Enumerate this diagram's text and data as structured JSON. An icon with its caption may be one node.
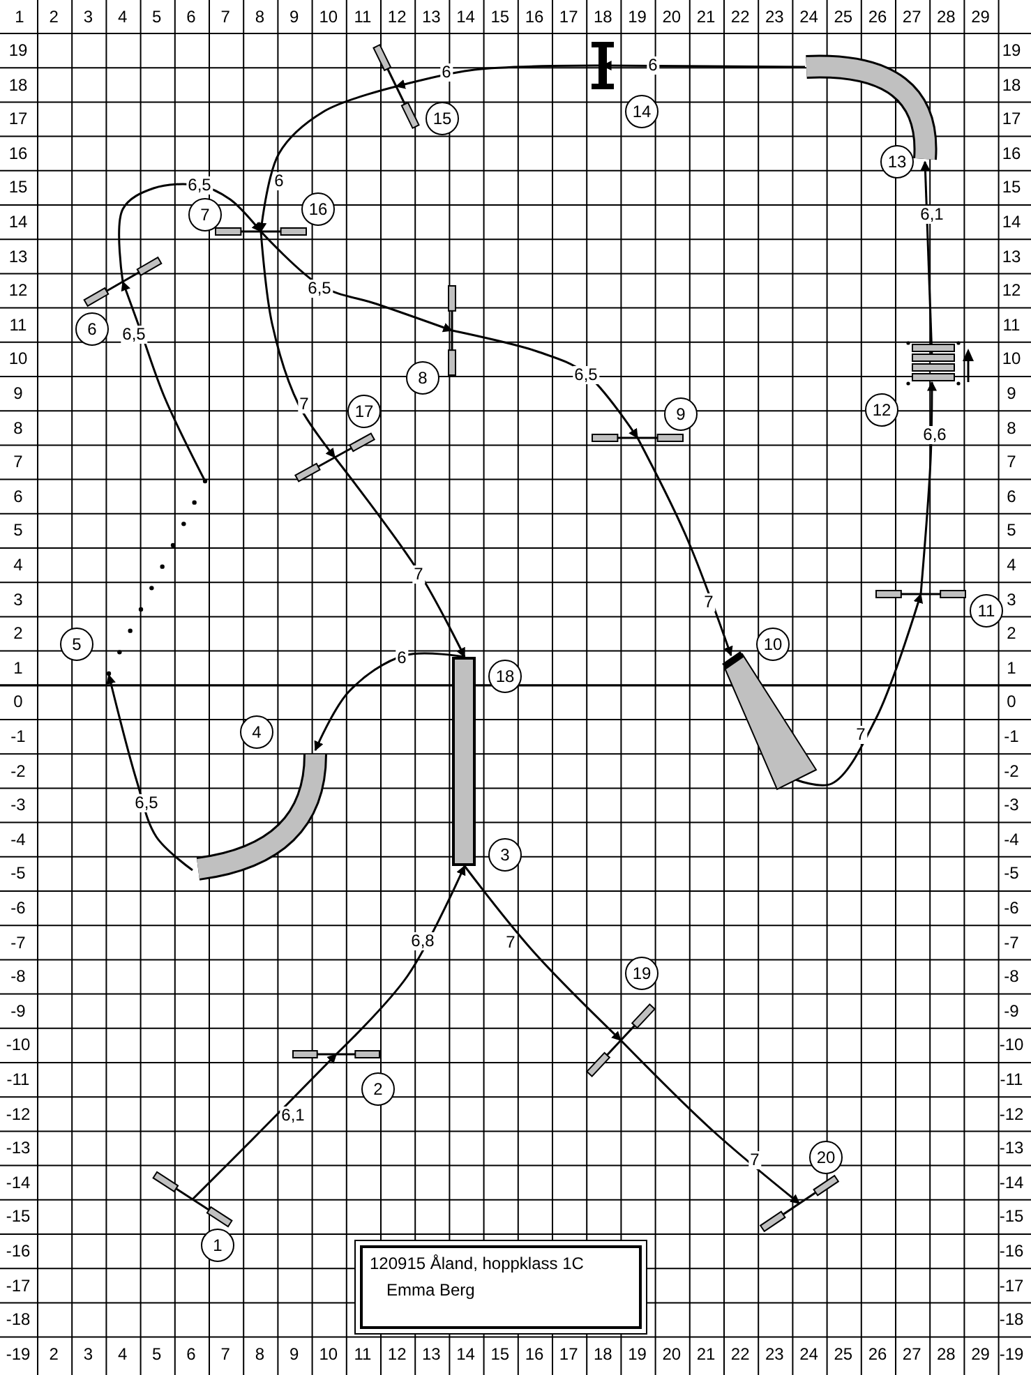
{
  "diagram": {
    "nodes": [
      {
        "text": [],
        "shape": "bar",
        "beside": [
          "1"
        ]
      },
      {
        "text": [],
        "shape": "bar",
        "beside": [
          "2"
        ]
      },
      {
        "text": [],
        "shape": "tunnel",
        "beside": [
          "18",
          "3"
        ]
      },
      {
        "text": [],
        "shape": "tunnel",
        "beside": [
          "4"
        ]
      },
      {
        "text": [],
        "shape": "dots",
        "beside": [
          "5"
        ]
      },
      {
        "text": [],
        "shape": "bar",
        "beside": [
          "6"
        ]
      },
      {
        "text": [],
        "shape": "bar",
        "beside": [
          "7",
          "16"
        ]
      },
      {
        "text": [],
        "shape": "bar",
        "beside": [
          "8"
        ]
      },
      {
        "text": [],
        "shape": "bar",
        "beside": [
          "9"
        ]
      },
      {
        "text": [],
        "shape": "chute",
        "beside": [
          "10"
        ]
      },
      {
        "text": [],
        "shape": "bar",
        "beside": [
          "11"
        ]
      },
      {
        "text": [],
        "shape": "planks",
        "beside": [
          "12"
        ]
      },
      {
        "text": [],
        "shape": "tunnel",
        "beside": [
          "13"
        ]
      },
      {
        "text": [],
        "shape": "wall",
        "beside": [
          "14"
        ]
      },
      {
        "text": [],
        "shape": "bar",
        "beside": [
          "15"
        ]
      },
      {
        "text": [],
        "shape": "bar",
        "beside": [
          "17"
        ]
      },
      {
        "text": [],
        "shape": "bar",
        "beside": [
          "19"
        ]
      },
      {
        "text": [],
        "shape": "bar",
        "beside": [
          "20"
        ]
      },
      {
        "text": [
          "120915 Åland, hoppklass 1C",
          "Emma Berg"
        ]
      }
    ],
    "edges": [
      {
        "from": 0,
        "to": 1,
        "arrow": "to",
        "label": "6,1"
      },
      {
        "from": 1,
        "to": 2,
        "arrow": "to",
        "label": "6,8"
      },
      {
        "from": 2,
        "to": 3,
        "arrow": "to",
        "label": "6"
      },
      {
        "from": 3,
        "to": 4,
        "arrow": "to",
        "label": "6,5"
      },
      {
        "from": 4,
        "to": 5,
        "arrow": "to",
        "label": "6,5"
      },
      {
        "from": 5,
        "to": 6,
        "arrow": "to",
        "label": "6,5"
      },
      {
        "from": 6,
        "to": 7,
        "arrow": "to",
        "label": "6,5"
      },
      {
        "from": 7,
        "to": 8,
        "arrow": "to",
        "label": "6,5"
      },
      {
        "from": 8,
        "to": 9,
        "arrow": "to",
        "label": "7"
      },
      {
        "from": 9,
        "to": 10,
        "arrow": "to",
        "label": "7"
      },
      {
        "from": 10,
        "to": 11,
        "arrow": "to",
        "label": "6,6"
      },
      {
        "from": 11,
        "to": 12,
        "arrow": "to",
        "label": "6,1"
      },
      {
        "from": 12,
        "to": 13,
        "arrow": "to",
        "label": "6"
      },
      {
        "from": 13,
        "to": 14,
        "arrow": "to",
        "label": "6"
      },
      {
        "from": 14,
        "to": 6,
        "arrow": "to",
        "label": "6"
      },
      {
        "from": 6,
        "to": 15,
        "arrow": "to",
        "label": "7"
      },
      {
        "from": 15,
        "to": 2,
        "arrow": "to",
        "label": "7"
      },
      {
        "from": 2,
        "to": 16,
        "arrow": "to",
        "label": "7"
      },
      {
        "from": 16,
        "to": 17,
        "arrow": "to",
        "label": "7"
      }
    ],
    "labels": [
      "1",
      "2",
      "3",
      "4",
      "5",
      "6",
      "7",
      "8",
      "9",
      "10",
      "11",
      "12",
      "13",
      "14",
      "15",
      "16",
      "17",
      "18",
      "19",
      "20",
      "21",
      "22",
      "23",
      "24",
      "25",
      "26",
      "27",
      "28",
      "29",
      "19",
      "19",
      "18",
      "18",
      "17",
      "17",
      "16",
      "16",
      "15",
      "15",
      "14",
      "14",
      "13",
      "13",
      "12",
      "12",
      "11",
      "11",
      "10",
      "10",
      "9",
      "9",
      "8",
      "8",
      "7",
      "7",
      "6",
      "6",
      "5",
      "5",
      "4",
      "4",
      "3",
      "3",
      "2",
      "2",
      "1",
      "1",
      "0",
      "0",
      "-1",
      "-1",
      "-2",
      "-2",
      "-3",
      "-3",
      "-4",
      "-4",
      "-5",
      "-5",
      "-6",
      "-6",
      "-7",
      "-7",
      "-8",
      "-8",
      "-9",
      "-9",
      "-10",
      "-10",
      "-11",
      "-11",
      "-12",
      "-12",
      "-13",
      "-13",
      "-14",
      "-14",
      "-15",
      "-15",
      "-16",
      "-16",
      "-17",
      "-17",
      "-18",
      "-18",
      "-19",
      "2",
      "3",
      "4",
      "5",
      "6",
      "7",
      "8",
      "9",
      "10",
      "11",
      "12",
      "13",
      "14",
      "15",
      "16",
      "17",
      "18",
      "19",
      "20",
      "21",
      "22",
      "23",
      "24",
      "25",
      "26",
      "27",
      "28",
      "29",
      "-19"
    ]
  }
}
